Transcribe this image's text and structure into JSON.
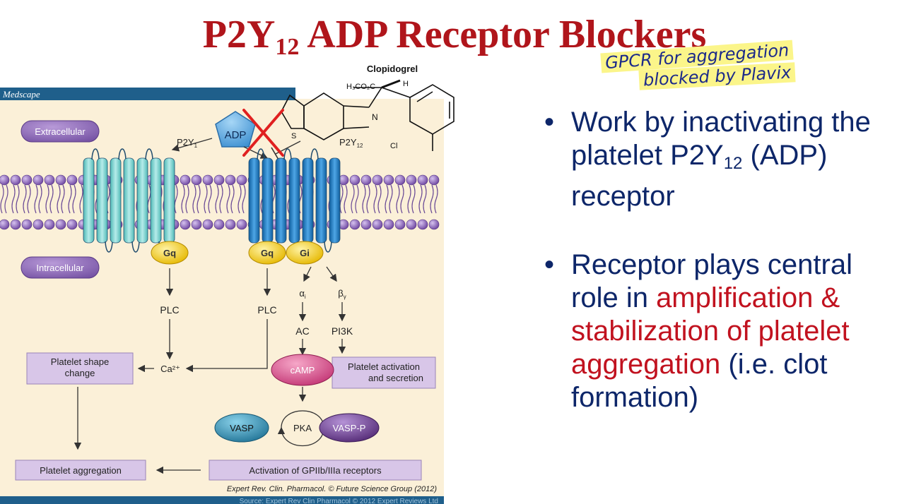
{
  "slide": {
    "title_main": "P2Y",
    "title_sub": "12",
    "title_rest": " ADP Receptor Blockers",
    "handwritten_line1": "GPCR for aggregation",
    "handwritten_line2": "blocked by Plavix"
  },
  "bullets": [
    {
      "pre": "Work by inactivating the platelet P2Y",
      "sub": "12",
      "post": " (ADP) receptor",
      "red": "",
      "tail": ""
    },
    {
      "pre": "Receptor plays central role in ",
      "sub": "",
      "post": "",
      "red": "amplification & stabilization of platelet aggregation",
      "tail": " (i.e. clot formation)"
    }
  ],
  "figure": {
    "header": "Medscape",
    "drug_name": "Clopidogrel",
    "drug_group": "H₃CO₂C",
    "atom_h": "H",
    "atom_n": "N",
    "atom_s": "S",
    "atom_cl": "Cl",
    "extracellular": "Extracellular",
    "intracellular": "Intracellular",
    "ligand": "ADP",
    "receptor1_main": "P2Y",
    "receptor1_sub": "1",
    "receptor2_main": "P2Y",
    "receptor2_sub": "12",
    "gq1": "Gq",
    "gq2": "Gq",
    "gi": "Gi",
    "alpha": "αi",
    "beta": "βγ",
    "plc1": "PLC",
    "plc2": "PLC",
    "ac": "AC",
    "pi3k": "PI3K",
    "calcium": "Ca²⁺",
    "camp": "cAMP",
    "shape_change": "Platelet shape change",
    "activation_secretion": "Platelet activation and secretion",
    "vasp": "VASP",
    "pka": "PKA",
    "vasp_p": "VASP-P",
    "aggregation": "Platelet aggregation",
    "gpiib": "Activation of GPIIb/IIIa receptors",
    "credit": "Expert Rev. Clin. Pharmacol. © Future Science Group (2012)",
    "source": "Source: Expert Rev Clin Pharmacol © 2012 Expert Reviews Ltd"
  },
  "colors": {
    "title": "#b0151b",
    "bullet_text": "#0d2669",
    "bullet_red": "#c1121f",
    "figure_bg": "#fbf0d8",
    "header_bar": "#1f5f8b",
    "p2y1_helix": "#7ad3d0",
    "p2y12_helix": "#1d7fc4",
    "lipid_head": "#8a63b8",
    "g_protein": "#f2d22c",
    "box_fill": "#d8c6e8",
    "camp_fill": "#d64a86",
    "vasp_fill": "#2f8fb0",
    "vasp_p_fill": "#6a3b8c",
    "x_mark": "#e02020"
  }
}
